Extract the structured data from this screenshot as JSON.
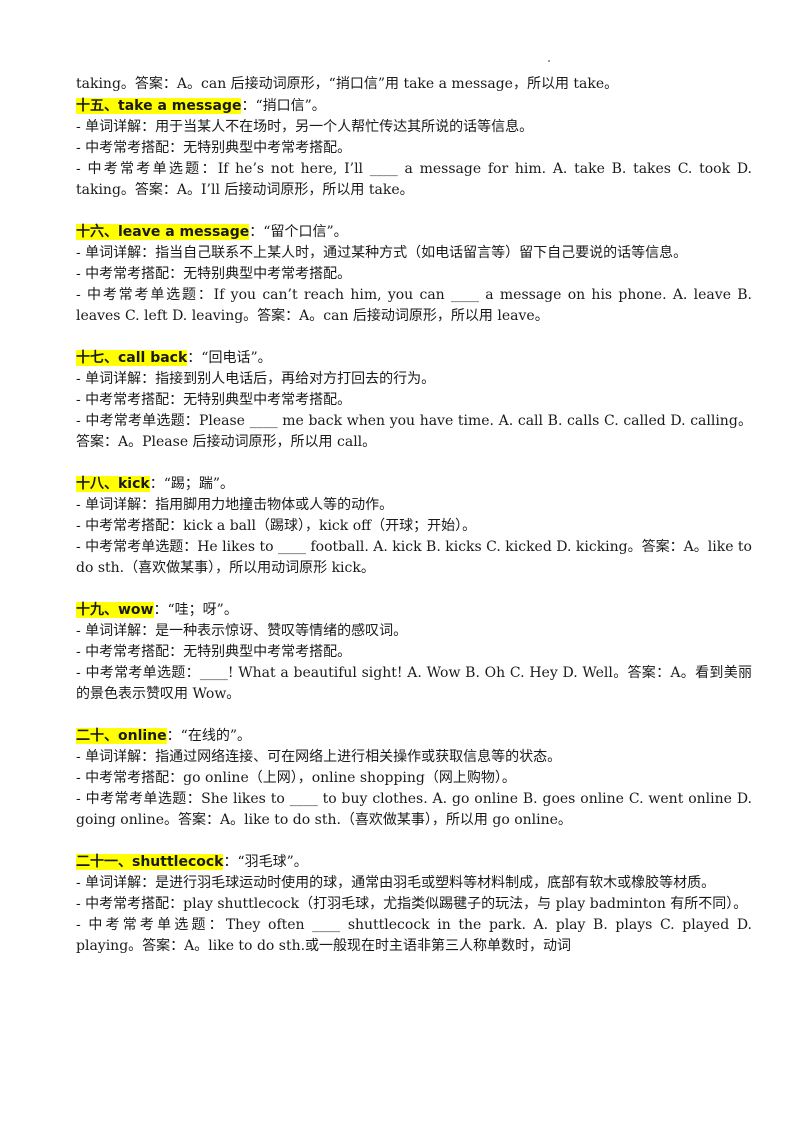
{
  "intro": "taking。答案：A。can 后接动词原形，“捎口信”用 take a message，所以用 take。",
  "sections": [
    {
      "head": "十五、take a message",
      "meaning": "：“捎口信”。",
      "lines": [
        "- 单词详解：用于当某人不在场时，另一个人帮忙传达其所说的话等信息。",
        "- 中考常考搭配：无特别典型中考常考搭配。",
        "- 中考常考单选题：If he’s not here, I’ll ____ a message for him. A. take  B. takes  C. took  D. taking。答案：A。I’ll 后接动词原形，所以用 take。"
      ]
    },
    {
      "head": "十六、leave a message",
      "meaning": "：“留个口信”。",
      "lines": [
        "- 单词详解：指当自己联系不上某人时，通过某种方式（如电话留言等）留下自己要说的话等信息。",
        "- 中考常考搭配：无特别典型中考常考搭配。",
        "- 中考常考单选题：If you can’t reach him, you can ____ a message on his phone. A. leave  B. leaves  C. left  D. leaving。答案：A。can 后接动词原形，所以用 leave。"
      ]
    },
    {
      "head": "十七、call back",
      "meaning": "：“回电话”。",
      "lines": [
        "- 单词详解：指接到别人电话后，再给对方打回去的行为。",
        "- 中考常考搭配：无特别典型中考常考搭配。",
        "- 中考常考单选题：Please ____ me back when you have time. A. call  B. calls  C. called  D. calling。答案：A。Please 后接动词原形，所以用 call。"
      ]
    },
    {
      "head": "十八、kick",
      "meaning": "：“踢；踹”。",
      "lines": [
        "- 单词详解：指用脚用力地撞击物体或人等的动作。",
        "- 中考常考搭配：kick a ball（踢球），kick off（开球；开始）。",
        "- 中考常考单选题：He likes to ____ football. A. kick  B. kicks  C. kicked  D. kicking。答案：A。like to do sth.（喜欢做某事），所以用动词原形 kick。"
      ]
    },
    {
      "head": "十九、wow",
      "meaning": "：“哇；呀”。",
      "lines": [
        "- 单词详解：是一种表示惊讶、赞叹等情绪的感叹词。",
        "- 中考常考搭配：无特别典型中考常考搭配。",
        "- 中考常考单选题：____! What a beautiful sight! A. Wow  B. Oh  C. Hey  D. Well。答案：A。看到美丽的景色表示赞叹用 Wow。"
      ]
    },
    {
      "head": "二十、online",
      "meaning": "：“在线的”。",
      "lines": [
        "- 单词详解：指通过网络连接、可在网络上进行相关操作或获取信息等的状态。",
        "- 中考常考搭配：go online（上网），online shopping（网上购物）。",
        "- 中考常考单选题：She likes to ____ to buy clothes. A. go online  B. goes online  C. went online  D. going online。答案：A。like to do sth.（喜欢做某事），所以用 go online。"
      ]
    },
    {
      "head": "二十一、shuttlecock",
      "meaning": "：“羽毛球”。",
      "lines": [
        "- 单词详解：是进行羽毛球运动时使用的球，通常由羽毛或塑料等材料制成，底部有软木或橡胶等材质。",
        "- 中考常考搭配：play shuttlecock（打羽毛球，尤指类似踢毽子的玩法，与 play badminton 有所不同）。",
        "- 中考常考单选题：They often ____ shuttlecock in the park. A. play  B. plays  C. played  D. playing。答案：A。like to do sth.或一般现在时主语非第三人称单数时，动词"
      ]
    }
  ]
}
